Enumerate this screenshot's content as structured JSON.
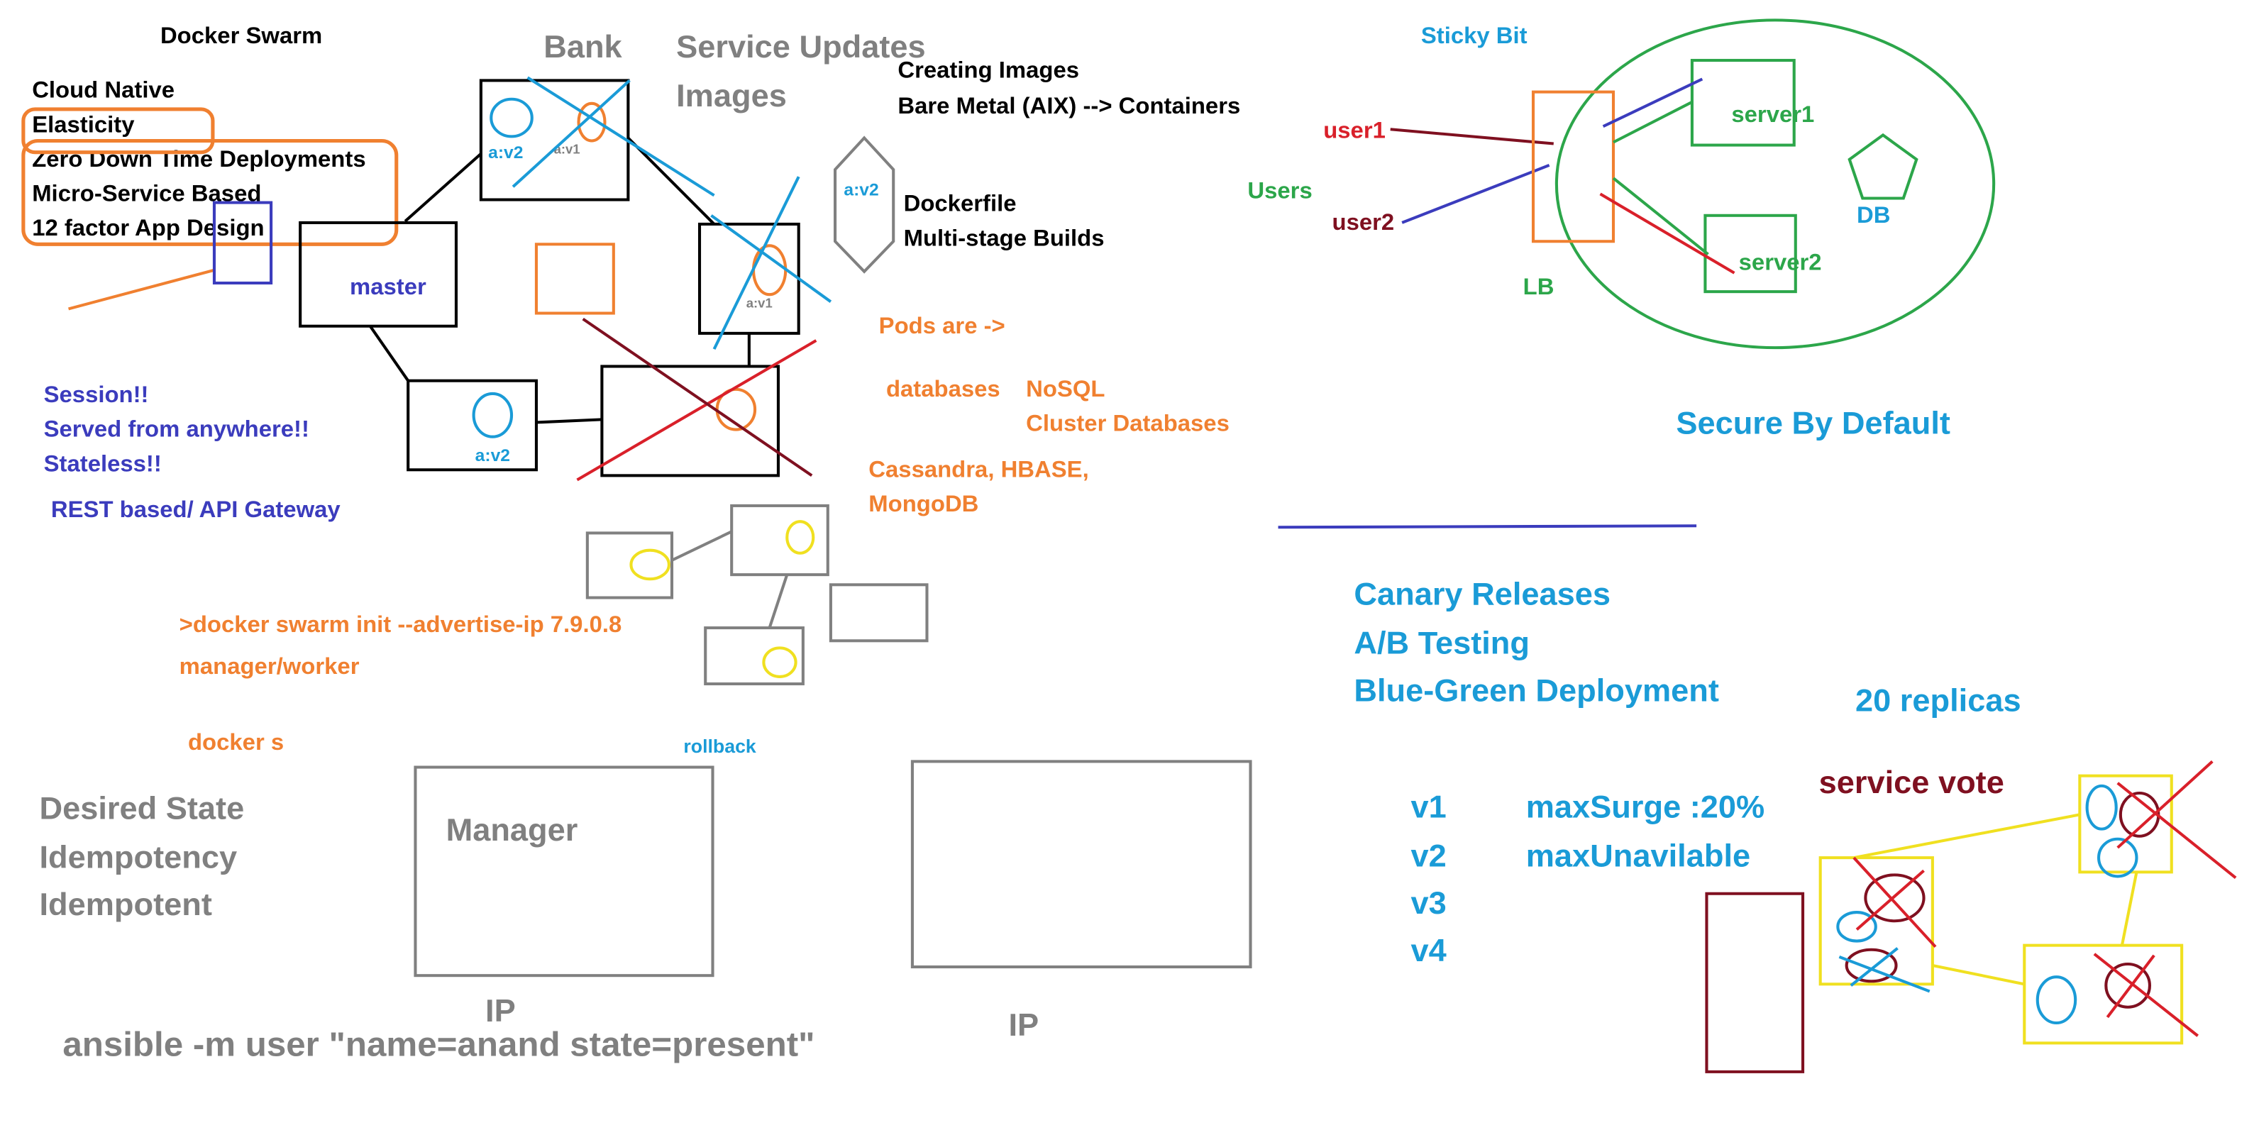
{
  "colors": {
    "black": "#000000",
    "gray": "#808080",
    "orange": "#f08030",
    "blue": "#3b3cbd",
    "cyan": "#1a9bd7",
    "green": "#2ca64a",
    "red": "#d9202a",
    "maroon": "#7f1020",
    "yellow": "#f0e020"
  },
  "left_notes": {
    "title": "Docker Swarm",
    "items": [
      "Cloud Native",
      "Elasticity",
      "Zero Down Time Deployments",
      "Micro-Service Based",
      "12 factor App Design"
    ]
  },
  "session_notes": [
    "Session!!",
    "Served from anywhere!!",
    "Stateless!!",
    "REST based/ API Gateway"
  ],
  "top_notes": {
    "bank": "Bank",
    "service_updates": "Service Updates",
    "images": "Images",
    "creating_images": "Creating Images",
    "bare_metal": "Bare Metal (AIX) --> Containers",
    "dockerfile": "Dockerfile",
    "multistage": "Multi-stage Builds"
  },
  "cluster": {
    "master": "master",
    "tag_v2": "a:v2",
    "tag_v1": "a:v1"
  },
  "pods_notes": {
    "pods": "Pods are ->",
    "databases": "databases",
    "nosql": "NoSQL",
    "cluster_db": "Cluster Databases",
    "cassandra": "Cassandra, HBASE,",
    "mongodb": "MongoDB"
  },
  "commands": {
    "swarm_init": ">docker swarm init --advertise-ip 7.9.0.8",
    "manager_worker": "manager/worker",
    "docker_s": "docker s",
    "rollback": "rollback",
    "ansible": "ansible -m user \"name=anand state=present\""
  },
  "state_notes": [
    "Desired State",
    "Idempotency",
    "Idempotent"
  ],
  "hosts": {
    "manager": "Manager",
    "ip": "IP"
  },
  "lb_diagram": {
    "sticky_bit": "Sticky Bit",
    "users": "Users",
    "user1": "user1",
    "user2": "user2",
    "lb": "LB",
    "server1": "server1",
    "server2": "server2",
    "db": "DB",
    "secure": "Secure By Default"
  },
  "release_notes": [
    "Canary Releases",
    "A/B Testing",
    "Blue-Green Deployment"
  ],
  "replicas": "20 replicas",
  "service_vote": "service vote",
  "versions": [
    "v1",
    "v2",
    "v3",
    "v4"
  ],
  "rolling": {
    "max_surge": "maxSurge :20%",
    "max_unavailable": "maxUnavilable"
  }
}
